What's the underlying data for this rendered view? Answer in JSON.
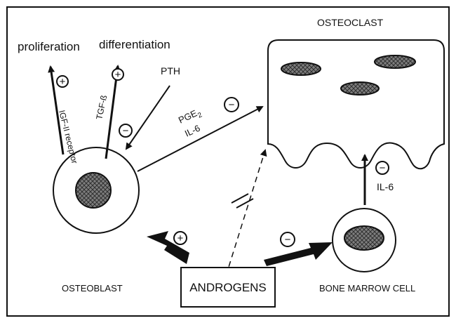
{
  "labels": {
    "proliferation": "proliferation",
    "differentiation": "differentiation",
    "osteoclast": "OSTEOCLAST",
    "pth": "PTH",
    "tgf_beta": "TGF-ß",
    "igf_receptor": "IGF-II receptor",
    "pge2_base": "PGE",
    "pge2_sub": "2",
    "il6_osteoclast": "IL-6",
    "il6_marrow": "IL-6",
    "osteoblast": "OSTEOBLAST",
    "androgens": "ANDROGENS",
    "bone_marrow_cell": "BONE MARROW CELL"
  },
  "signs": {
    "plus": "+",
    "minus": "−"
  },
  "colors": {
    "line": "#111111",
    "nucleus_fill": "#8a8a8a",
    "background": "#ffffff"
  }
}
